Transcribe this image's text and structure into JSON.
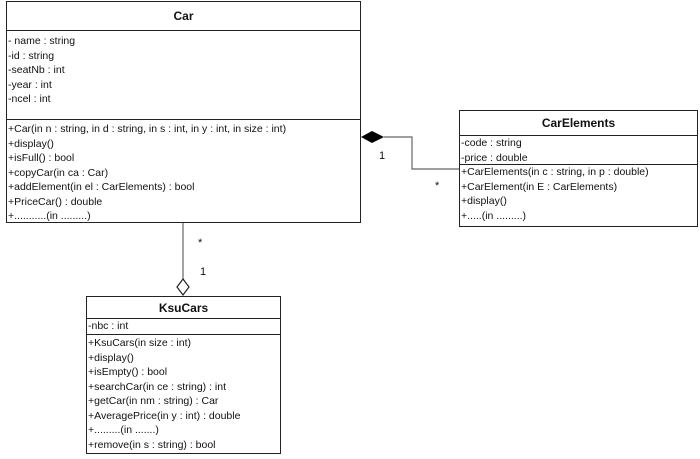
{
  "classes": {
    "car": {
      "name": "Car",
      "attributes": [
        "- name : string",
        " -id : string",
        "-seatNb : int",
        "-year : int",
        "-ncel : int"
      ],
      "methods": [
        "+Car(in n : string, in d : string, in s : int, in y : int, in size : int)",
        "+display()",
        "+isFull() : bool",
        "+copyCar(in ca : Car)",
        "+addElement(in el : CarElements) : bool",
        "+PriceCar() : double",
        "+...........(in  .........)"
      ]
    },
    "car_elements": {
      "name": "CarElements",
      "attributes": [
        "-code : string",
        "-price : double"
      ],
      "methods": [
        "+CarElements(in c : string, in p : double)",
        "+CarElement(in E : CarElements)",
        "+display()",
        "+.....(in  .........)"
      ]
    },
    "ksu_cars": {
      "name": "KsuCars",
      "attributes": [
        "-nbc : int"
      ],
      "methods": [
        "+KsuCars(in size : int)",
        "+display()",
        "+isEmpty() : bool",
        "+searchCar(in ce : string) : int",
        "+getCar(in nm : string) : Car",
        "+AveragePrice(in y : int) : double",
        "+.........(in  .......)",
        "+remove(in s : string) : bool"
      ]
    }
  },
  "relations": {
    "composition": {
      "type": "composition",
      "from": "Car",
      "to": "CarElements",
      "whole_multiplicity": "1",
      "part_multiplicity": "*"
    },
    "aggregation": {
      "type": "aggregation",
      "from": "KsuCars",
      "to": "Car",
      "whole_multiplicity": "1",
      "part_multiplicity": "*"
    }
  }
}
